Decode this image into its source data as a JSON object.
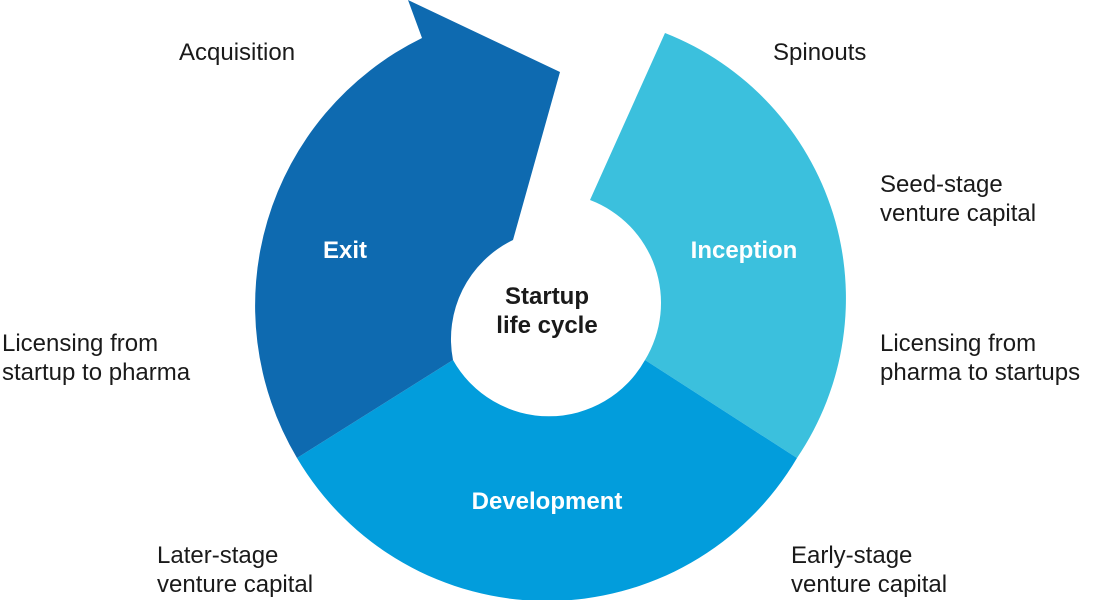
{
  "diagram": {
    "center": {
      "line1": "Startup",
      "line2": "life cycle"
    },
    "stages": {
      "inception": {
        "label": "Inception",
        "color": "#3bc0dd"
      },
      "development": {
        "label": "Development",
        "color": "#029ddc"
      },
      "exit": {
        "label": "Exit",
        "color": "#0e6ab0"
      }
    }
  },
  "annotations": {
    "acquisition": "Acquisition",
    "spinouts": "Spinouts",
    "seed_stage": {
      "line1": "Seed-stage",
      "line2": "venture capital"
    },
    "licensing_pharma_to_startups": {
      "line1": "Licensing from",
      "line2": "pharma to startups"
    },
    "licensing_startup_to_pharma": {
      "line1": "Licensing from",
      "line2": "startup to pharma"
    },
    "later_stage": {
      "line1": "Later-stage",
      "line2": "venture capital"
    },
    "early_stage": {
      "line1": "Early-stage",
      "line2": "venture capital"
    }
  }
}
